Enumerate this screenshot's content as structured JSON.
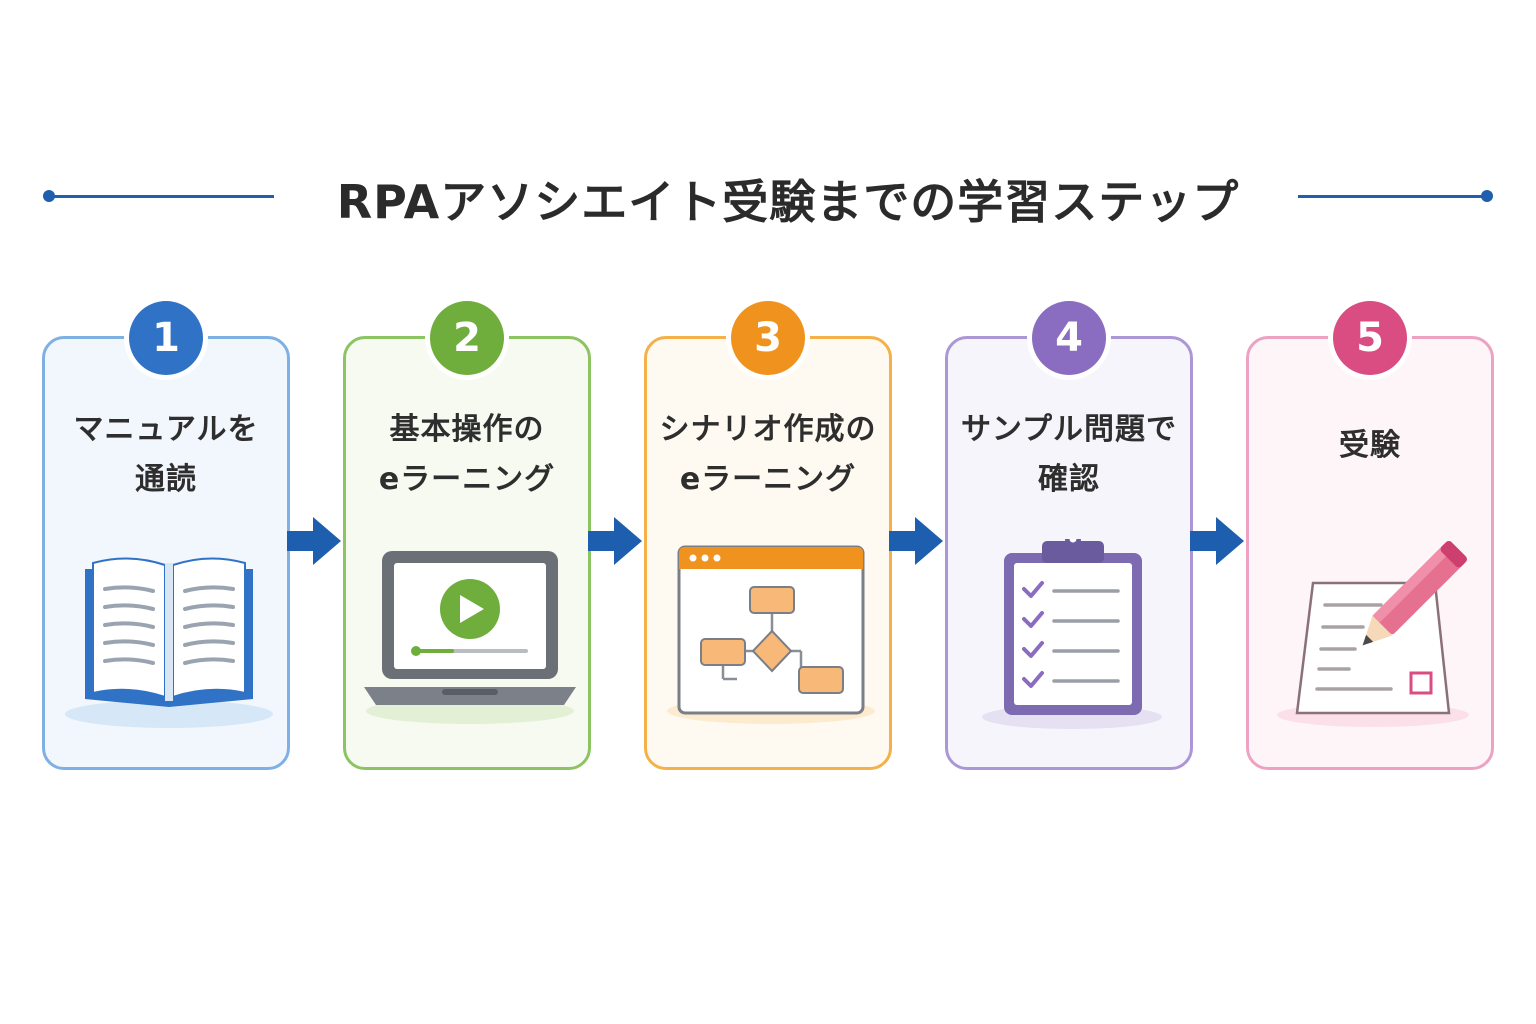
{
  "title": "RPAアソシエイト受験までの学習ステップ",
  "colors": {
    "title_line": "#1f5fae",
    "arrow": "#1d5fae"
  },
  "steps": [
    {
      "number": "1",
      "line1": "マニュアルを",
      "line2": "通読",
      "icon": "open-book-icon",
      "color": "#2f72c6",
      "border": "#7fb0e3",
      "background": "#f1f7fd"
    },
    {
      "number": "2",
      "line1": "基本操作の",
      "line2": "eラーニング",
      "icon": "laptop-video-icon",
      "color": "#6fae3c",
      "border": "#8cc463",
      "background": "#f6faf0"
    },
    {
      "number": "3",
      "line1": "シナリオ作成の",
      "line2": "eラーニング",
      "icon": "flowchart-window-icon",
      "color": "#f0931e",
      "border": "#f4b14a",
      "background": "#fffaf1"
    },
    {
      "number": "4",
      "line1": "サンプル問題で",
      "line2": "確認",
      "icon": "clipboard-checklist-icon",
      "color": "#8a6cc0",
      "border": "#ac97d6",
      "background": "#f7f5fc"
    },
    {
      "number": "5",
      "line1": "受験",
      "line2": "",
      "icon": "exam-pencil-icon",
      "color": "#d94d83",
      "border": "#eda2c1",
      "background": "#fef5f9"
    }
  ]
}
